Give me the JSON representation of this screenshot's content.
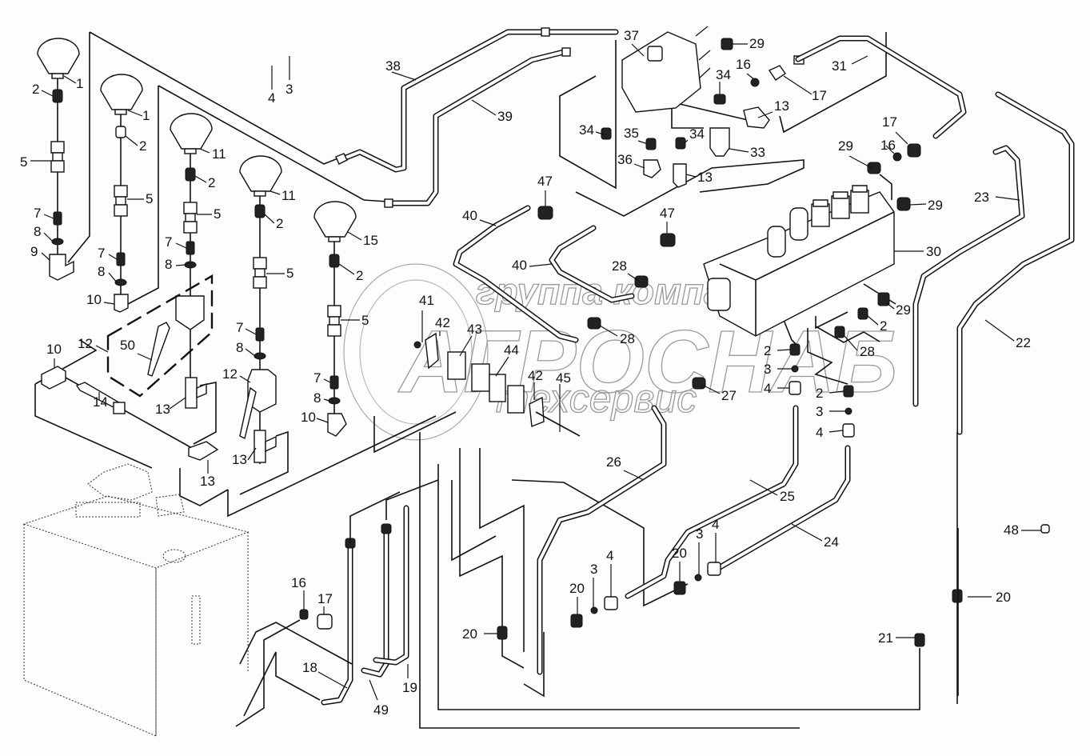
{
  "diagram": {
    "type": "exploded-parts-diagram",
    "subject": "hydraulic system: accumulators, valve block, pump, tank and tubing",
    "watermark": {
      "line1": "группа компаний",
      "line2": "АГРОСНАБ",
      "line3": "техсервис"
    },
    "callouts": [
      {
        "id": "c1a",
        "label": "1"
      },
      {
        "id": "c1b",
        "label": "1"
      },
      {
        "id": "c2a",
        "label": "2"
      },
      {
        "id": "c2b",
        "label": "2"
      },
      {
        "id": "c2c",
        "label": "2"
      },
      {
        "id": "c2d",
        "label": "2"
      },
      {
        "id": "c2e",
        "label": "2"
      },
      {
        "id": "c2f",
        "label": "2"
      },
      {
        "id": "c2g",
        "label": "2"
      },
      {
        "id": "c2h",
        "label": "2"
      },
      {
        "id": "c3a",
        "label": "3"
      },
      {
        "id": "c3b",
        "label": "3"
      },
      {
        "id": "c3c",
        "label": "3"
      },
      {
        "id": "c3d",
        "label": "3"
      },
      {
        "id": "c3e",
        "label": "3"
      },
      {
        "id": "c4a",
        "label": "4"
      },
      {
        "id": "c4b",
        "label": "4"
      },
      {
        "id": "c4c",
        "label": "4"
      },
      {
        "id": "c4d",
        "label": "4"
      },
      {
        "id": "c4e",
        "label": "4"
      },
      {
        "id": "c5a",
        "label": "5"
      },
      {
        "id": "c5b",
        "label": "5"
      },
      {
        "id": "c5c",
        "label": "5"
      },
      {
        "id": "c5d",
        "label": "5"
      },
      {
        "id": "c5e",
        "label": "5"
      },
      {
        "id": "c7a",
        "label": "7"
      },
      {
        "id": "c7b",
        "label": "7"
      },
      {
        "id": "c7c",
        "label": "7"
      },
      {
        "id": "c7d",
        "label": "7"
      },
      {
        "id": "c7e",
        "label": "7"
      },
      {
        "id": "c8a",
        "label": "8"
      },
      {
        "id": "c8b",
        "label": "8"
      },
      {
        "id": "c8c",
        "label": "8"
      },
      {
        "id": "c8d",
        "label": "8"
      },
      {
        "id": "c8e",
        "label": "8"
      },
      {
        "id": "c9",
        "label": "9"
      },
      {
        "id": "c10a",
        "label": "10"
      },
      {
        "id": "c10b",
        "label": "10"
      },
      {
        "id": "c10c",
        "label": "10"
      },
      {
        "id": "c11a",
        "label": "11"
      },
      {
        "id": "c11b",
        "label": "11"
      },
      {
        "id": "c12a",
        "label": "12"
      },
      {
        "id": "c12b",
        "label": "12"
      },
      {
        "id": "c13a",
        "label": "13"
      },
      {
        "id": "c13b",
        "label": "13"
      },
      {
        "id": "c13c",
        "label": "13"
      },
      {
        "id": "c13d",
        "label": "13"
      },
      {
        "id": "c13e",
        "label": "13"
      },
      {
        "id": "c14",
        "label": "14"
      },
      {
        "id": "c15",
        "label": "15"
      },
      {
        "id": "c16a",
        "label": "16"
      },
      {
        "id": "c16b",
        "label": "16"
      },
      {
        "id": "c16c",
        "label": "16"
      },
      {
        "id": "c17a",
        "label": "17"
      },
      {
        "id": "c17b",
        "label": "17"
      },
      {
        "id": "c17c",
        "label": "17"
      },
      {
        "id": "c18",
        "label": "18"
      },
      {
        "id": "c19",
        "label": "19"
      },
      {
        "id": "c20a",
        "label": "20"
      },
      {
        "id": "c20b",
        "label": "20"
      },
      {
        "id": "c20c",
        "label": "20"
      },
      {
        "id": "c20d",
        "label": "20"
      },
      {
        "id": "c21",
        "label": "21"
      },
      {
        "id": "c22",
        "label": "22"
      },
      {
        "id": "c23",
        "label": "23"
      },
      {
        "id": "c24",
        "label": "24"
      },
      {
        "id": "c25",
        "label": "25"
      },
      {
        "id": "c26",
        "label": "26"
      },
      {
        "id": "c27",
        "label": "27"
      },
      {
        "id": "c28a",
        "label": "28"
      },
      {
        "id": "c28b",
        "label": "28"
      },
      {
        "id": "c28c",
        "label": "28"
      },
      {
        "id": "c29a",
        "label": "29"
      },
      {
        "id": "c29b",
        "label": "29"
      },
      {
        "id": "c29c",
        "label": "29"
      },
      {
        "id": "c29d",
        "label": "29"
      },
      {
        "id": "c30",
        "label": "30"
      },
      {
        "id": "c31",
        "label": "31"
      },
      {
        "id": "c33",
        "label": "33"
      },
      {
        "id": "c34a",
        "label": "34"
      },
      {
        "id": "c34b",
        "label": "34"
      },
      {
        "id": "c34c",
        "label": "34"
      },
      {
        "id": "c35",
        "label": "35"
      },
      {
        "id": "c36",
        "label": "36"
      },
      {
        "id": "c37",
        "label": "37"
      },
      {
        "id": "c38",
        "label": "38"
      },
      {
        "id": "c39",
        "label": "39"
      },
      {
        "id": "c40a",
        "label": "40"
      },
      {
        "id": "c40b",
        "label": "40"
      },
      {
        "id": "c41",
        "label": "41"
      },
      {
        "id": "c42a",
        "label": "42"
      },
      {
        "id": "c42b",
        "label": "42"
      },
      {
        "id": "c43",
        "label": "43"
      },
      {
        "id": "c44",
        "label": "44"
      },
      {
        "id": "c45",
        "label": "45"
      },
      {
        "id": "c47a",
        "label": "47"
      },
      {
        "id": "c47b",
        "label": "47"
      },
      {
        "id": "c48",
        "label": "48"
      },
      {
        "id": "c49",
        "label": "49"
      },
      {
        "id": "c50",
        "label": "50"
      }
    ]
  }
}
